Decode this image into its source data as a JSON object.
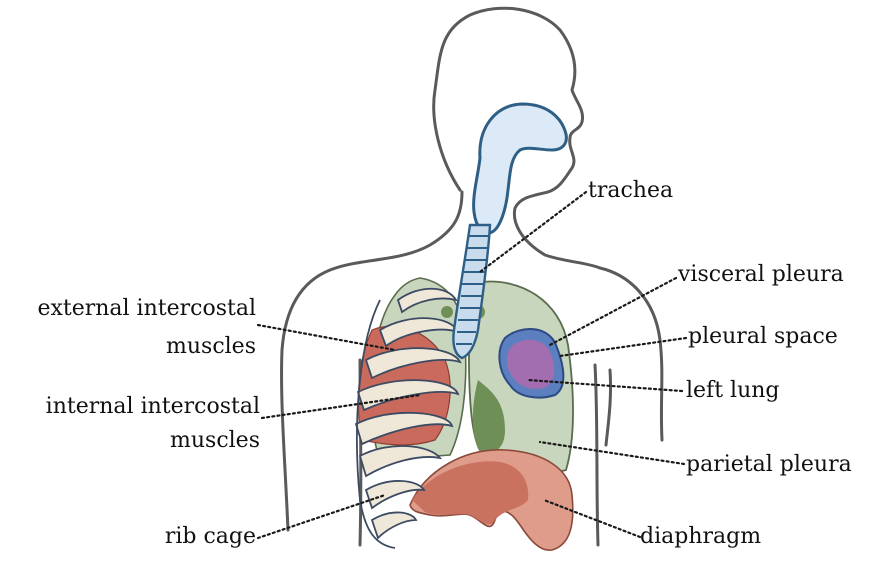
{
  "labels": {
    "trachea": "trachea",
    "visceral_pleura": "visceral pleura",
    "pleural_space": "pleural space",
    "left_lung": "left lung",
    "parietal_pleura": "parietal pleura",
    "diaphragm": "diaphragm",
    "external_intercostal_line1": "external intercostal",
    "external_intercostal_line2": "muscles",
    "internal_intercostal_line1": "internal intercostal",
    "internal_intercostal_line2": "muscles",
    "rib_cage": "rib cage"
  },
  "colors": {
    "outline": "#5a5a5a",
    "airway_fill": "#dce9f6",
    "airway_stroke": "#2e5f86",
    "pleura_fill": "#c8d6bd",
    "lung_green": "#6e8f56",
    "lung_purple": "#a36eb0",
    "pleural_space_blue": "#3e5fa6",
    "muscle_red": "#c96a5c",
    "rib_fill": "#efe8d8",
    "diaphragm_dark": "#c9725f",
    "diaphragm_light": "#e09c8a"
  }
}
